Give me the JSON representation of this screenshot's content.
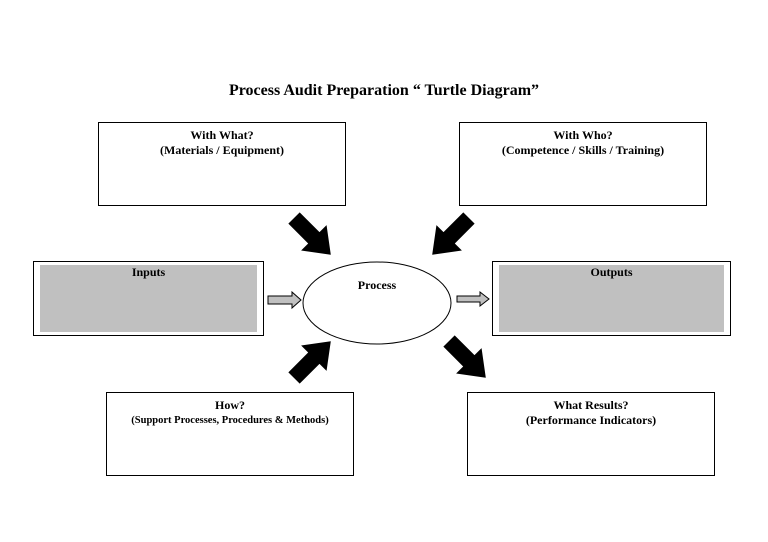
{
  "title": "Process Audit Preparation “ Turtle Diagram”",
  "boxes": {
    "with_what": {
      "heading": "With What?",
      "subtitle": "(Materials / Equipment)"
    },
    "with_who": {
      "heading": "With Who?",
      "subtitle": "(Competence / Skills / Training)"
    },
    "how": {
      "heading": "How?",
      "subtitle": "(Support Processes, Procedures & Methods)"
    },
    "what_results": {
      "heading": "What Results?",
      "subtitle": "(Performance Indicators)"
    },
    "inputs": {
      "heading": "Inputs"
    },
    "outputs": {
      "heading": "Outputs"
    }
  },
  "process": {
    "label": "Process"
  },
  "colors": {
    "shaded_fill": "#c0c0c0",
    "small_arrow_fill": "#c0c0c0",
    "big_arrow_fill": "#000000"
  }
}
